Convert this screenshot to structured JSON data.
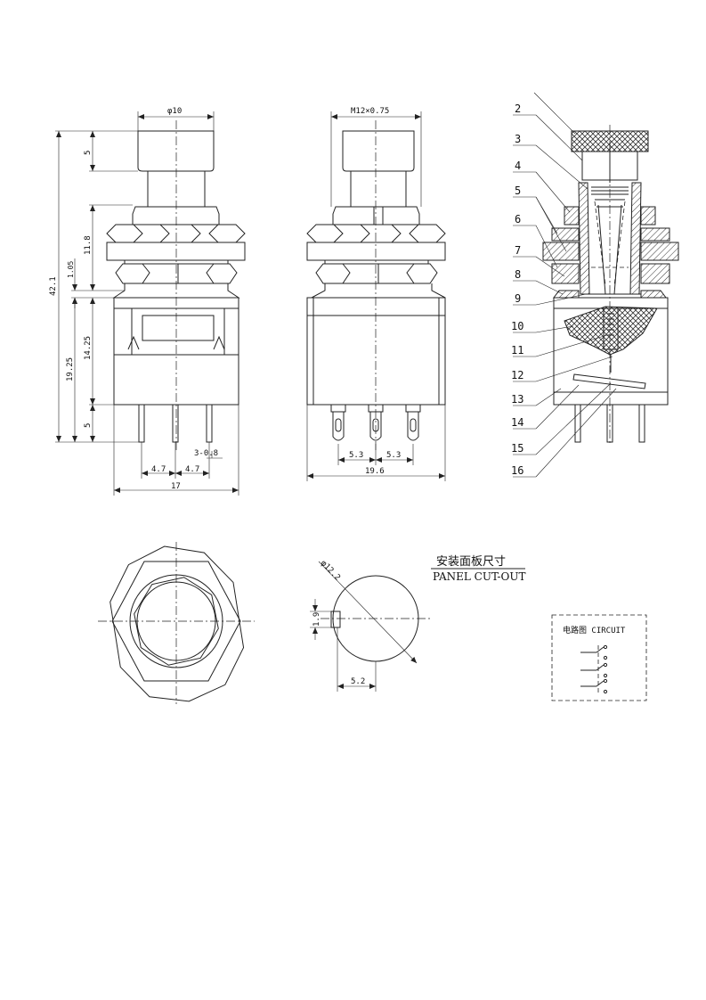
{
  "front_view": {
    "dims": {
      "cap_dia": "φ10",
      "cap_h": "5",
      "nut_h": "11.8",
      "overall": "42.1",
      "flange": "1.05",
      "body_h": "19.25",
      "housing": "14.25",
      "pin_h": "5",
      "pin_w": "3-0.8",
      "pitch_a": "4.7",
      "pitch_b": "4.7",
      "width": "17"
    }
  },
  "side_view": {
    "dims": {
      "thread": "M12×0.75",
      "pitch_a": "5.3",
      "pitch_b": "5.3",
      "width": "19.6"
    }
  },
  "section_view": {
    "part_numbers": [
      "2",
      "3",
      "4",
      "5",
      "6",
      "7",
      "8",
      "9",
      "10",
      "11",
      "12",
      "13",
      "14",
      "15",
      "16"
    ]
  },
  "panel_cutout": {
    "title_cn": "安装面板尺寸",
    "title_en": "PANEL CUT-OUT",
    "dims": {
      "dia": "φ12.2",
      "key": "1.9",
      "offset": "5.2"
    }
  },
  "circuit": {
    "label": "电路图 CIRCUIT"
  }
}
